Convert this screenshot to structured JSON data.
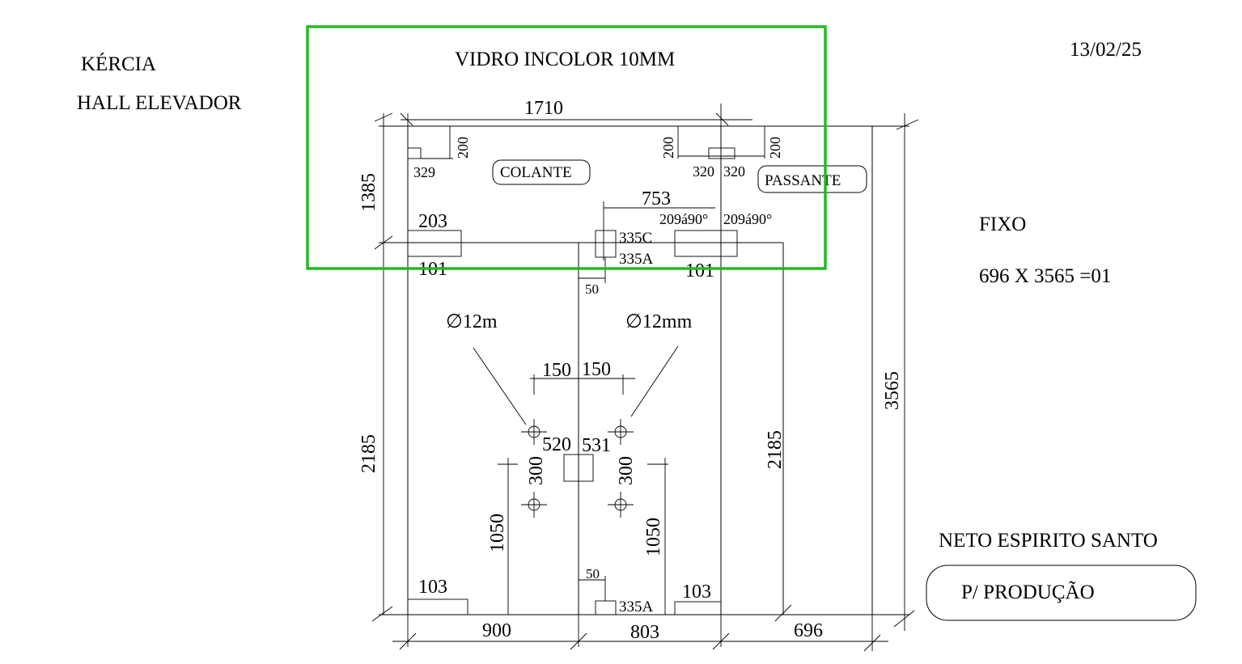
{
  "header": {
    "client": "KÉRCIA",
    "location": "HALL ELEVADOR",
    "date": "13/02/25",
    "glass": "VIDRO INCOLOR 10MM"
  },
  "panel": {
    "label": "FIXO",
    "spec": "696 X 3565 =01"
  },
  "footer": {
    "author": "NETO ESPIRITO SANTO",
    "status": "P/ PRODUÇÃO"
  },
  "tags": {
    "colante": "COLANTE",
    "passante": "PASSANTE"
  },
  "dims": {
    "top_width": "1710",
    "top_height": "1385",
    "total_height": "3565",
    "left_height": "2185",
    "right_height": "2185",
    "bottom_left": "900",
    "bottom_mid": "803",
    "bottom_right": "696",
    "hw_329": "329",
    "hw_200_a": "200",
    "hw_200_b": "200",
    "hw_200_c": "200",
    "hw_320_a": "320",
    "hw_320_b": "320",
    "dim_753": "753",
    "angle_a": "209á90°",
    "angle_b": "209á90°",
    "hw_203": "203",
    "hw_101_a": "101",
    "hw_101_b": "101",
    "hw_335c": "335C",
    "hw_335a_top": "335A",
    "hw_50_top": "50",
    "hole_left": "∅12m",
    "hole_right": "∅12mm",
    "hole_150_a": "150",
    "hole_150_b": "150",
    "hw_520": "520",
    "hw_531": "531",
    "hole_300_a": "300",
    "hole_300_b": "300",
    "handle_1050_a": "1050",
    "handle_1050_b": "1050",
    "hw_50_bottom": "50",
    "hw_335a_bottom": "335A",
    "hw_103_a": "103",
    "hw_103_b": "103"
  },
  "highlight_color": "#22bb22"
}
